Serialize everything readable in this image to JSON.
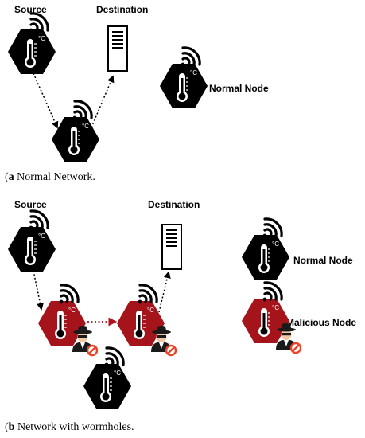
{
  "panel_a": {
    "source_label": "Source",
    "destination_label": "Destination",
    "legend_normal": "Normal Node",
    "caption_letter": "a",
    "caption_text": " Normal Network."
  },
  "panel_b": {
    "source_label": "Source",
    "destination_label": "Destination",
    "legend_normal": "Normal Node",
    "legend_malicious": "Malicious Node",
    "caption_letter": "b",
    "caption_text": " Network with wormholes."
  },
  "sensor_unit": "°C",
  "colors": {
    "normal_node": "#000000",
    "malicious_node": "#a4141a",
    "normal_link": "#000000",
    "wormhole_link": "#b0121a",
    "block_sign": "#e8442a"
  },
  "icons": {
    "node": "thermometer-sensor-icon",
    "destination": "server-icon",
    "attacker": "spy-icon"
  }
}
